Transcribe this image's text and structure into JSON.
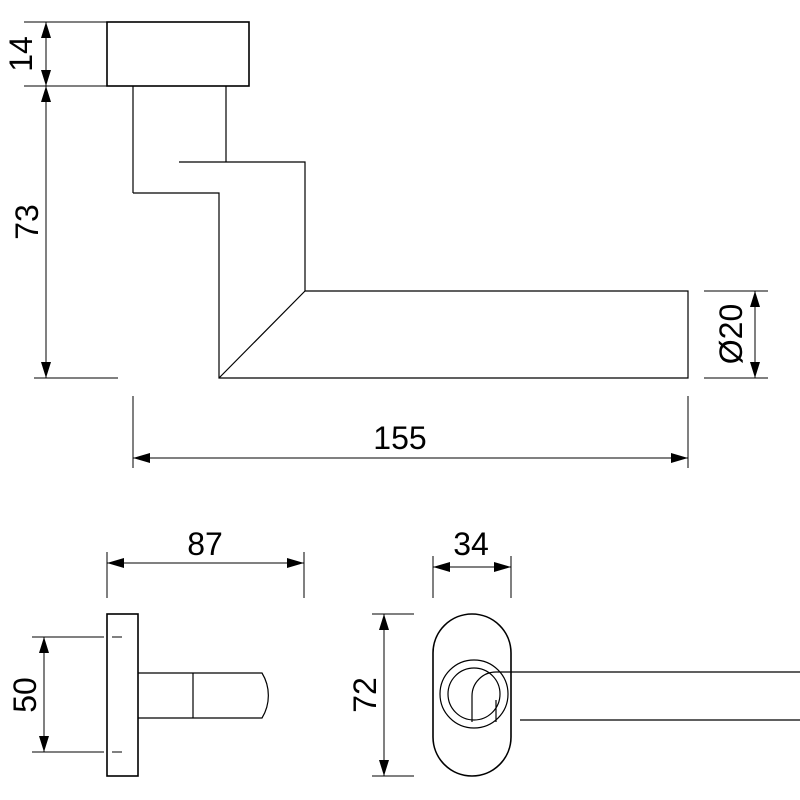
{
  "dimensions": {
    "top_height": "14",
    "stem_height": "73",
    "diameter": "Ø20",
    "total_length": "155",
    "side_length": "87",
    "side_height": "50",
    "rose_width": "34",
    "rose_height": "72"
  }
}
